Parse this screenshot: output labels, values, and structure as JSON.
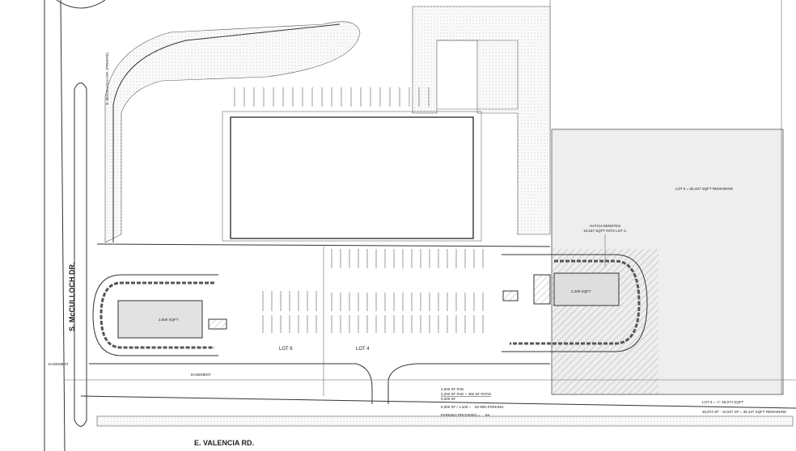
{
  "roads": {
    "west": "S. McCULLOCH DR.",
    "west_private": "S. McCULLOCH DR. (PRIVATE)",
    "south": "E. VALENCIA RD."
  },
  "lots": {
    "lot6": "LOT 6",
    "lot4": "LOT 4",
    "lot5": "LOT 5 = 56,437 SQFT REMAINING",
    "lot3_area": "LOT 3 = +/- 46,974 SQFT",
    "lot3_remaining": "46,974 SF - 10,537 SF = 36,437 SQFT REMAINING"
  },
  "buildings": {
    "west_pad": "2,500 SQFT",
    "east_pad": "2,200 SQFT"
  },
  "hatch_note": {
    "line1": "HATCH DENOTES",
    "line2": "10,537 SQFT INTO LOT 3."
  },
  "easement": "EASEMENT",
  "parking_summary": {
    "line1": "2,500 SF PAD",
    "line2": "2,200 SF PAD + 300 SF PATIO",
    "line3": "5,000 SF",
    "calc": "5,000 SF / 1:100 =",
    "calc_result": "50 MIN PARKING",
    "provided_label": "PARKING PROVIDED =",
    "provided_value": "64"
  },
  "colors": {
    "lot_shade": "#eeeeee",
    "building": "#e2e2e2",
    "linework": "#333333"
  }
}
